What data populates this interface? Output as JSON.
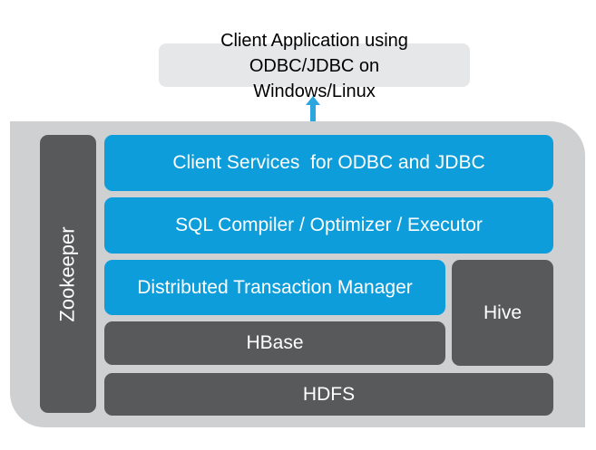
{
  "colors": {
    "blue": "#0D9DDB",
    "dark_gray": "#58595B",
    "container_gray": "#CFD0D2",
    "client_box_gray": "#E6E7E8",
    "arrow_blue": "#2BA6DF",
    "label_white": "#FFFFFF",
    "title_black": "#000000"
  },
  "diagram": {
    "client_application": {
      "label": "Client Application using\nODBC/JDBC on\nWindows/Linux"
    },
    "arrow": {
      "type": "double-headed-vertical"
    },
    "zookeeper": {
      "label": "Zookeeper"
    },
    "layers": [
      {
        "id": "client-services",
        "label": "Client Services  for ODBC and JDBC"
      },
      {
        "id": "sql-compiler",
        "label": "SQL Compiler / Optimizer / Executor"
      },
      {
        "id": "distributed-transaction-manager",
        "label": "Distributed Transaction Manager"
      },
      {
        "id": "hive",
        "label": "Hive"
      },
      {
        "id": "hbase",
        "label": "HBase"
      },
      {
        "id": "hdfs",
        "label": "HDFS"
      }
    ]
  }
}
